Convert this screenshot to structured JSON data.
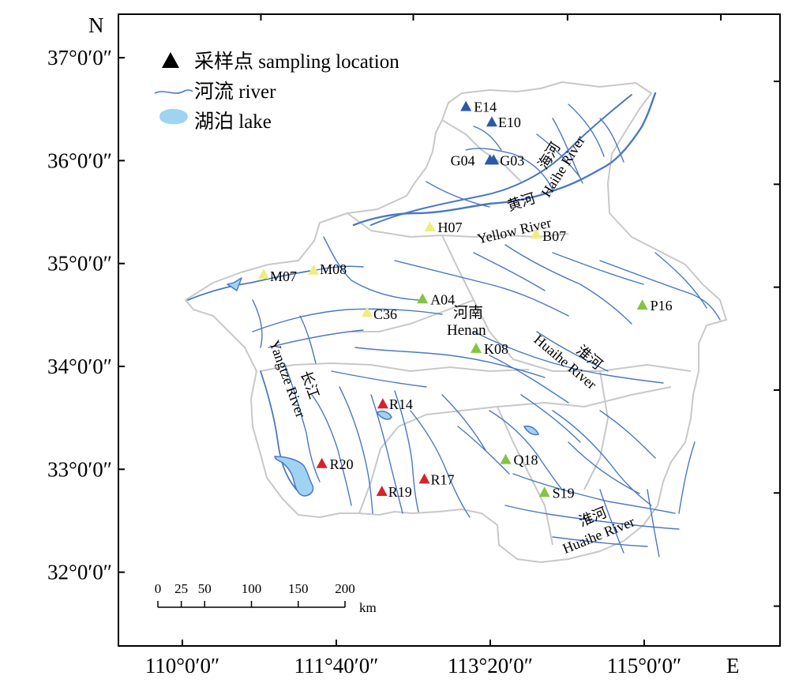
{
  "axis": {
    "north_label": "N",
    "east_label": "E",
    "lat_labels": [
      "37°0′0″",
      "36°0′0″",
      "35°0′0″",
      "34°0′0″",
      "33°0′0″",
      "32°0′0″"
    ],
    "lon_labels": [
      "110°0′0″",
      "111°40′0″",
      "113°20′0″",
      "115°0′0″"
    ]
  },
  "legend": {
    "items": [
      {
        "key": "sampling",
        "label": "采样点 sampling location",
        "icon": "triangle-icon",
        "color": "#000000"
      },
      {
        "key": "river",
        "label": "河流 river",
        "icon": "river-line-icon",
        "color": "#4a78c2"
      },
      {
        "key": "lake",
        "label": "湖泊 lake",
        "icon": "lake-icon",
        "color": "#9fd3f2"
      }
    ]
  },
  "region": {
    "label_cn": "河南",
    "label_en": "Henan"
  },
  "rivers": [
    {
      "label_cn": "海河",
      "label_en": "Haihe River"
    },
    {
      "label_cn": "黄河",
      "label_en": "Yellow River"
    },
    {
      "label_cn": "淮河",
      "label_en": "Huaihe River"
    },
    {
      "label_cn": "长江",
      "label_en": "Yangtze River"
    },
    {
      "label_cn": "淮河",
      "label_en": "Huaihe River"
    }
  ],
  "site_colors": {
    "blue": "#2a5aa8",
    "yellow": "#eeee80",
    "green": "#84c441",
    "red": "#d8222b"
  },
  "sites": [
    {
      "id": "E14",
      "lon": 113.07,
      "lat": 36.52,
      "group": "blue"
    },
    {
      "id": "E10",
      "lon": 113.35,
      "lat": 36.37,
      "group": "blue"
    },
    {
      "id": "G04",
      "lon": 113.33,
      "lat": 36.0,
      "group": "blue"
    },
    {
      "id": "G03",
      "lon": 113.37,
      "lat": 36.0,
      "group": "blue"
    },
    {
      "id": "H07",
      "lon": 112.68,
      "lat": 35.35,
      "group": "yellow"
    },
    {
      "id": "B07",
      "lon": 113.83,
      "lat": 35.28,
      "group": "yellow"
    },
    {
      "id": "M07",
      "lon": 110.88,
      "lat": 34.89,
      "group": "yellow"
    },
    {
      "id": "M08",
      "lon": 111.42,
      "lat": 34.93,
      "group": "yellow"
    },
    {
      "id": "C36",
      "lon": 112.0,
      "lat": 34.52,
      "group": "yellow"
    },
    {
      "id": "A04",
      "lon": 112.6,
      "lat": 34.65,
      "group": "green"
    },
    {
      "id": "P16",
      "lon": 114.98,
      "lat": 34.59,
      "group": "green"
    },
    {
      "id": "K08",
      "lon": 113.18,
      "lat": 34.17,
      "group": "green"
    },
    {
      "id": "R14",
      "lon": 112.17,
      "lat": 33.63,
      "group": "red"
    },
    {
      "id": "R20",
      "lon": 111.51,
      "lat": 33.05,
      "group": "red"
    },
    {
      "id": "R19",
      "lon": 112.16,
      "lat": 32.78,
      "group": "red"
    },
    {
      "id": "R17",
      "lon": 112.62,
      "lat": 32.9,
      "group": "red"
    },
    {
      "id": "Q18",
      "lon": 113.5,
      "lat": 33.09,
      "group": "green"
    },
    {
      "id": "S19",
      "lon": 113.92,
      "lat": 32.77,
      "group": "green"
    }
  ],
  "scale": {
    "ticks": [
      "0",
      "25",
      "50",
      "100",
      "150",
      "200"
    ],
    "tick_km": [
      0,
      25,
      50,
      100,
      150,
      200
    ],
    "unit": "km"
  }
}
